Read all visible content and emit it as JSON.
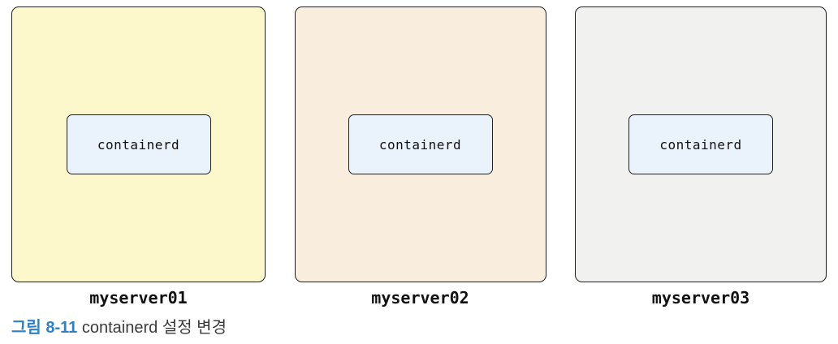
{
  "figure": {
    "servers": [
      {
        "name": "myserver01",
        "process": "containerd",
        "fill": "#FCF8CC"
      },
      {
        "name": "myserver02",
        "process": "containerd",
        "fill": "#F9EEDE"
      },
      {
        "name": "myserver03",
        "process": "containerd",
        "fill": "#F1F1EF"
      }
    ],
    "inner_box_fill": "#EAF3FC",
    "border_color": "#1F1F1F",
    "caption": {
      "label": "그림 8-11",
      "text": "containerd 설정 변경",
      "label_color": "#2E81C4",
      "text_color": "#3A3A3A"
    }
  }
}
